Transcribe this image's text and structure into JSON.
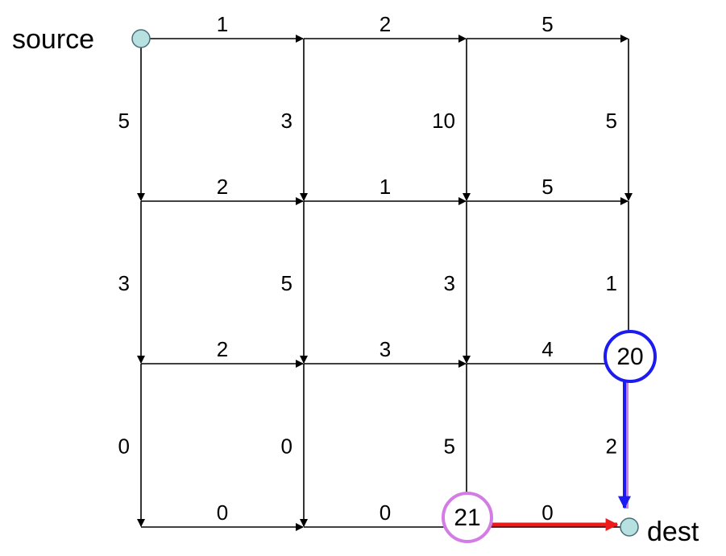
{
  "labels": {
    "source": "source",
    "dest": "dest"
  },
  "colors": {
    "edge": "#000000",
    "terminal_fill": "#b7e0e0",
    "terminal_stroke": "#4a6e78",
    "blue": "#1c1cf0",
    "violet": "#d47ce6",
    "red": "#ee1a1a"
  },
  "edges": {
    "horizontal": [
      [
        "1",
        "2",
        "5"
      ],
      [
        "2",
        "1",
        "5"
      ],
      [
        "2",
        "3",
        "4"
      ],
      [
        "0",
        "0",
        "0"
      ]
    ],
    "vertical": [
      [
        "5",
        "3",
        "10",
        "5"
      ],
      [
        "3",
        "5",
        "3",
        "1"
      ],
      [
        "0",
        "0",
        "5",
        "2"
      ]
    ]
  },
  "nodes": {
    "blue_value": "20",
    "violet_value": "21"
  }
}
